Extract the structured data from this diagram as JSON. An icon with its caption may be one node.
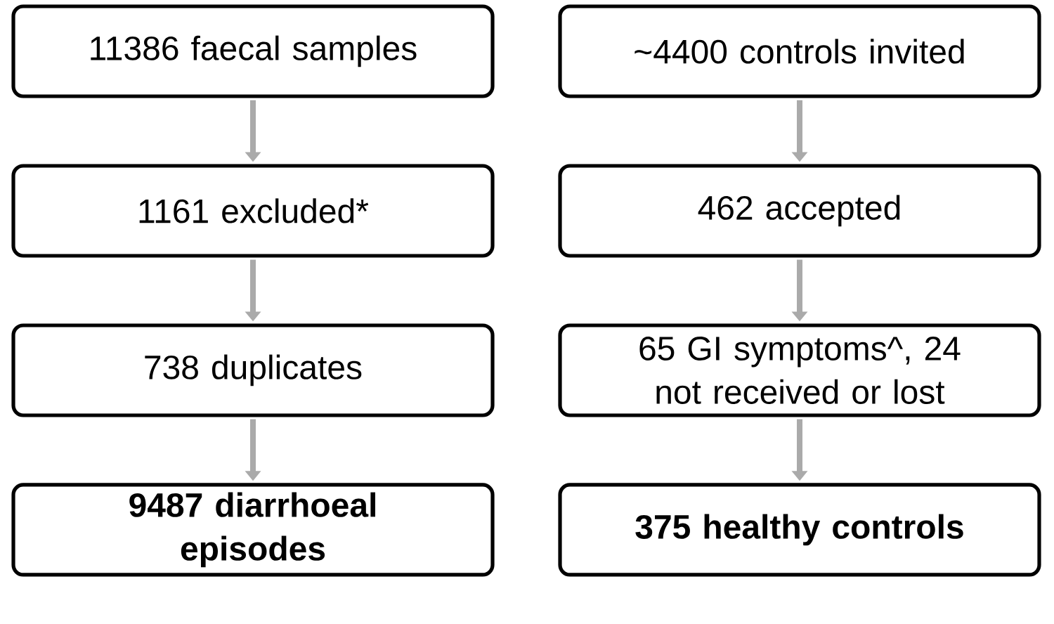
{
  "diagram": {
    "nodes": [
      {
        "text": [
          "11386 faecal samples"
        ]
      },
      {
        "text": [
          "~4400 controls invited"
        ]
      },
      {
        "text": [
          "1161 excluded*"
        ]
      },
      {
        "text": [
          "462 accepted"
        ]
      },
      {
        "text": [
          "738 duplicates"
        ]
      },
      {
        "text": [
          "65 GI symptoms^, 24 not received or lost"
        ]
      },
      {
        "text": [
          "9487 diarrhoeal episodes"
        ]
      },
      {
        "text": [
          "375 healthy controls"
        ]
      }
    ],
    "edges": [
      {
        "from": 0,
        "to": 2,
        "arrow": "to"
      },
      {
        "from": 2,
        "to": 4,
        "arrow": "to"
      },
      {
        "from": 4,
        "to": 6,
        "arrow": "to"
      },
      {
        "from": 1,
        "to": 3,
        "arrow": "to"
      },
      {
        "from": 3,
        "to": 5,
        "arrow": "to"
      },
      {
        "from": 5,
        "to": 7,
        "arrow": "to"
      }
    ]
  }
}
